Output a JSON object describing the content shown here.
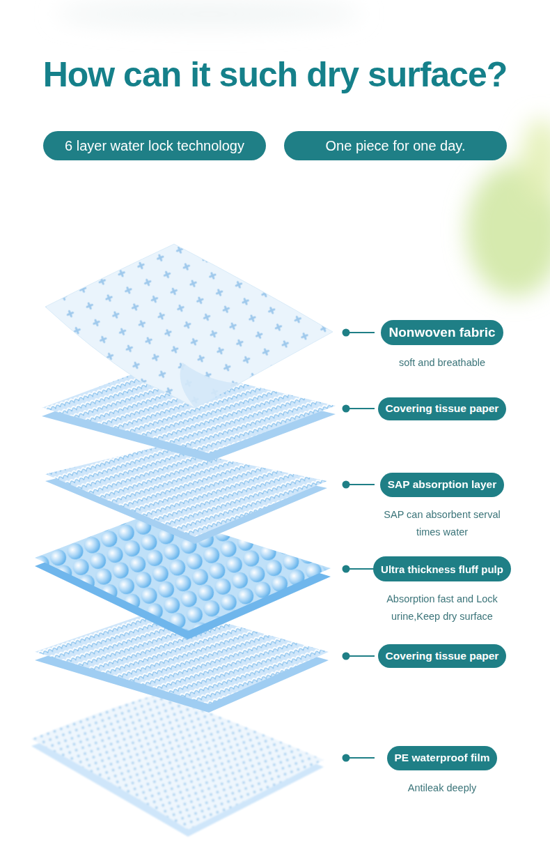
{
  "diagram": {
    "title": "How can it such dry surface?",
    "nodes": [
      {
        "text": [
          "6 layer water lock technology"
        ]
      },
      {
        "text": [
          "One piece for one day."
        ]
      },
      {
        "text": [
          "Nonwoven fabric",
          "soft and breathable"
        ]
      },
      {
        "text": [
          "Covering tissue paper"
        ]
      },
      {
        "text": [
          "SAP absorption layer",
          "SAP can absorbent serval times water"
        ]
      },
      {
        "text": [
          "Ultra thickness fluff pulp",
          "Absorption fast and Lock urine,Keep dry surface"
        ]
      },
      {
        "text": [
          "Covering tissue paper"
        ]
      },
      {
        "text": [
          "PE waterproof film",
          "Antileak deeply"
        ]
      }
    ]
  }
}
